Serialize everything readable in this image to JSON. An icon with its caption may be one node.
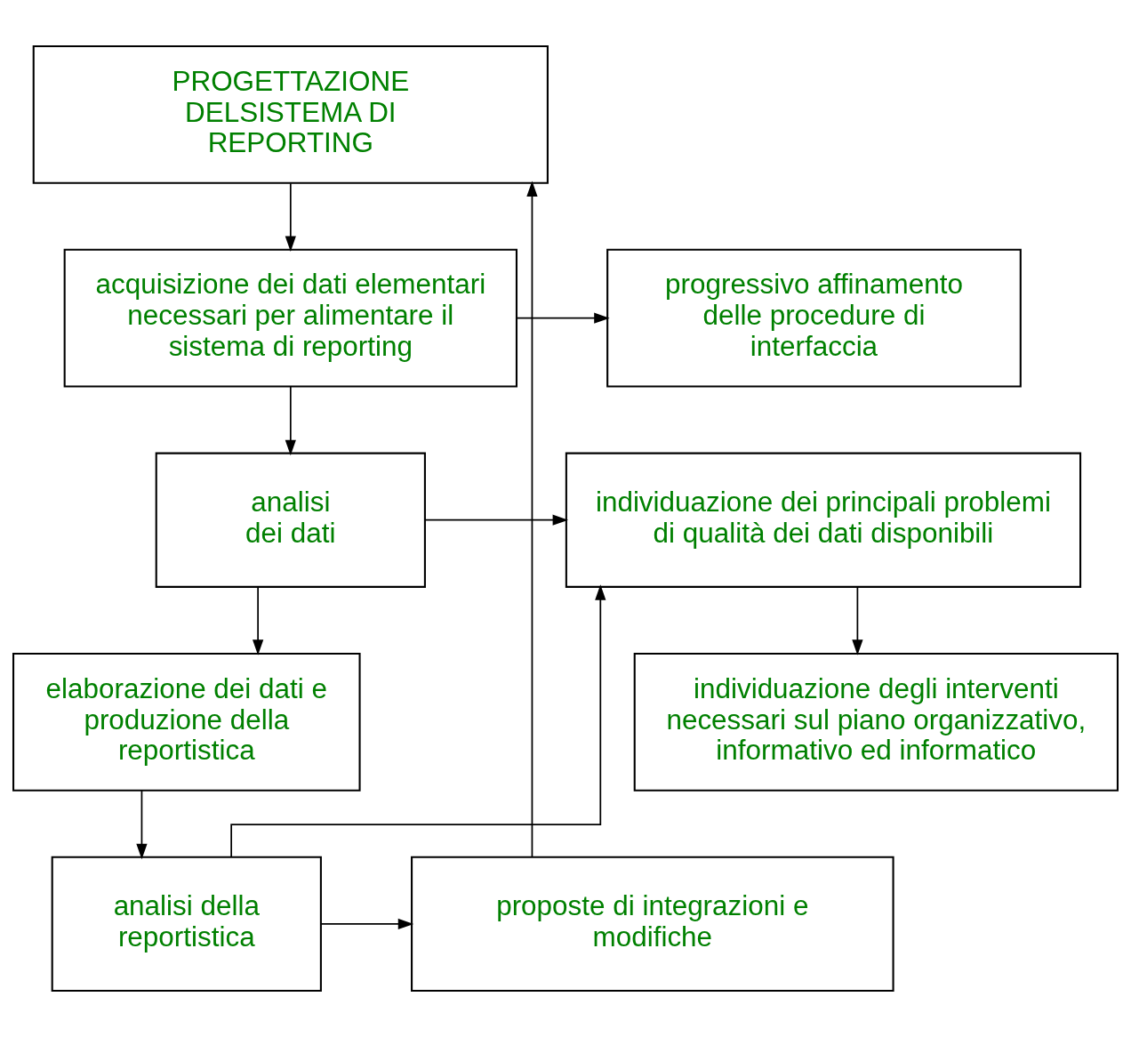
{
  "diagram": {
    "nodes": [
      {
        "text": [
          "PROGETTAZIONE DELSISTEMA DI REPORTING"
        ]
      },
      {
        "text": [
          "acquisizione dei dati elementari necessari per alimentare il sistema di reporting"
        ]
      },
      {
        "text": [
          "progressivo affinamento delle procedure di interfaccia"
        ]
      },
      {
        "text": [
          "analisi dei dati"
        ]
      },
      {
        "text": [
          "individuazione dei principali problemi di qualità dei dati disponibili"
        ]
      },
      {
        "text": [
          "elaborazione dei dati e produzione della reportistica"
        ]
      },
      {
        "text": [
          "individuazione degli interventi necessari sul piano organizzativo, informativo ed informatico"
        ]
      },
      {
        "text": [
          "analisi della reportistica"
        ]
      },
      {
        "text": [
          "proposte di integrazioni e modifiche"
        ]
      }
    ],
    "edges": [
      {
        "from": 0,
        "to": 1,
        "arrow": "to"
      },
      {
        "from": 1,
        "to": 2,
        "arrow": "to"
      },
      {
        "from": 1,
        "to": 3,
        "arrow": "to"
      },
      {
        "from": 3,
        "to": 4,
        "arrow": "to"
      },
      {
        "from": 4,
        "to": 6,
        "arrow": "to"
      },
      {
        "from": 3,
        "to": 5,
        "arrow": "to"
      },
      {
        "from": 5,
        "to": 7,
        "arrow": "to"
      },
      {
        "from": 7,
        "to": 4,
        "arrow": "to"
      },
      {
        "from": 7,
        "to": 8,
        "arrow": "to"
      },
      {
        "from": 8,
        "to": 0,
        "arrow": "to"
      }
    ]
  }
}
